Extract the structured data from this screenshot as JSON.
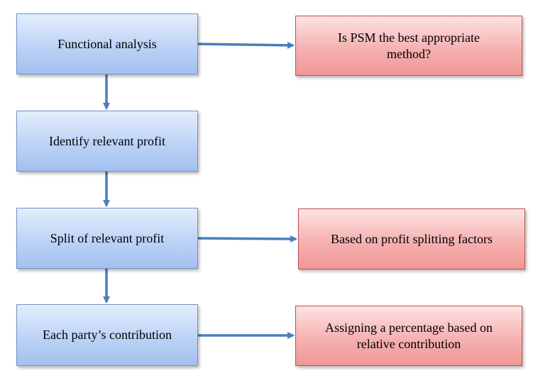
{
  "steps": [
    {
      "label": "Functional analysis"
    },
    {
      "label": "Identify relevant profit"
    },
    {
      "label": "Split of relevant profit"
    },
    {
      "label": "Each party’s contribution"
    }
  ],
  "notes": [
    {
      "label": "Is PSM the best appropriate method?"
    },
    {
      "label": "Based on profit splitting factors"
    },
    {
      "label": "Assigning a percentage based on relative contribution"
    }
  ],
  "colors": {
    "step_fill": "#bcd3f6",
    "step_border": "#6f93c8",
    "note_fill": "#f6b1b1",
    "note_border": "#c0504d",
    "arrow": "#4a7ebb"
  }
}
